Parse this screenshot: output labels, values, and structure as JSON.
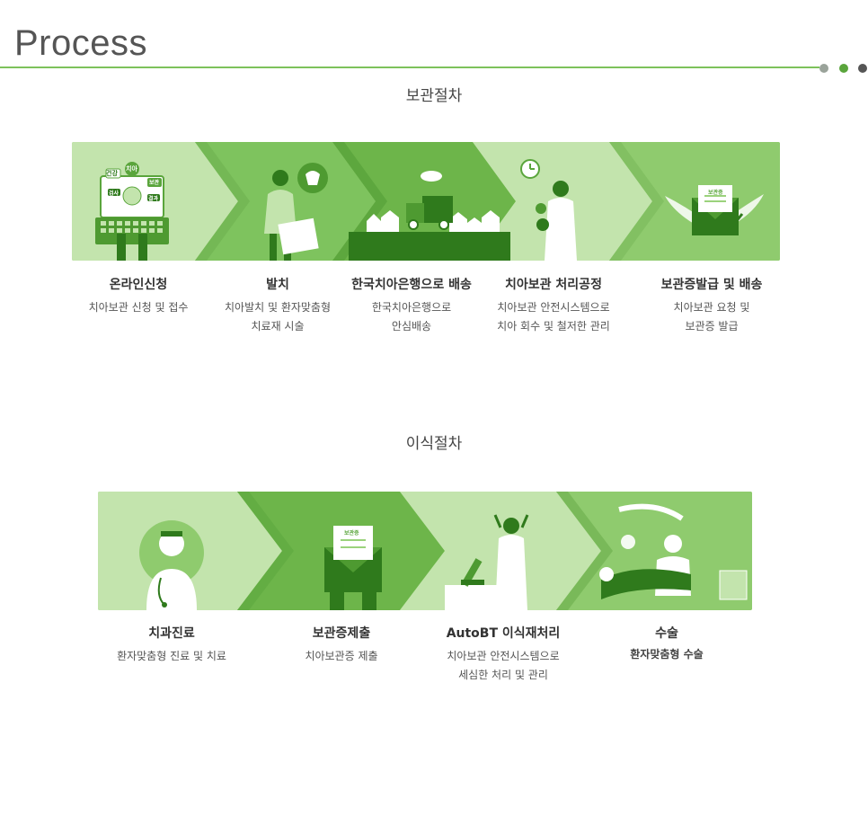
{
  "header": {
    "title": "Process",
    "dot_colors": [
      "#9aa39a",
      "#5aa53c",
      "#555555"
    ]
  },
  "storage": {
    "title": "보관절차",
    "steps": [
      {
        "title": "온라인신청",
        "desc": [
          "치아보관 신청 및 접수"
        ]
      },
      {
        "title": "발치",
        "desc": [
          "치아발치 및 환자맞춤형",
          "치료재 시술"
        ]
      },
      {
        "title": "한국치아은행으로 배송",
        "desc": [
          "한국치아은행으로",
          "안심배송"
        ]
      },
      {
        "title": "치아보관 처리공정",
        "desc": [
          "치아보관 안전시스템으로",
          "치아 회수 및 철저한 관리"
        ]
      },
      {
        "title": "보관증발급 및 배송",
        "desc": [
          "치아보관 요청 및",
          "보관증 발급"
        ]
      }
    ],
    "illustration_labels": [
      "건강",
      "치아",
      "검사",
      "보관",
      "결과"
    ],
    "certificate_label": "보관증"
  },
  "transplant": {
    "title": "이식절차",
    "steps": [
      {
        "title": "치과진료",
        "desc": [
          "환자맞춤형 진료 및 치료"
        ]
      },
      {
        "title": "보관증제출",
        "desc": [
          "치아보관증 제출"
        ]
      },
      {
        "title": "AutoBT 이식재처리",
        "desc": [
          "치아보관 안전시스템으로",
          "세심한 처리 및 관리"
        ]
      },
      {
        "title": "수술",
        "desc": [
          "환자맞춤형 수술"
        ]
      }
    ],
    "certificate_label": "보관증"
  },
  "colors": {
    "accent": "#7dc25b",
    "panel_light": "#c3e4ad",
    "panel_mid": "#9bd27c",
    "panel_dark": "#6db54a",
    "panel_deep": "#4e9a31"
  }
}
